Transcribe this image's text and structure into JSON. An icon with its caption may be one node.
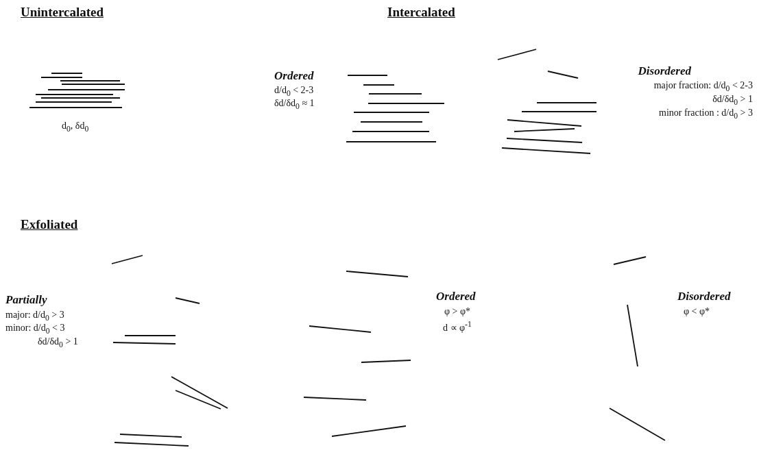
{
  "diagram": {
    "labels": [
      "Unintercalated",
      "Intercalated",
      "Ordered",
      "d/d$_{0}$ < 2-3",
      "δd/δd$_{0}$ ≈ 1",
      "Disordered",
      "major fraction: d/d$_{0}$ < 2-3",
      "δd/δd$_{0}$ > 1",
      "minor fraction : d/d$_{0}$ > 3",
      "d$_{0}$, δd$_{0}$",
      "Exfoliated",
      "Partially",
      "major: d/d$_{0}$ > 3",
      "minor: d/d$_{0}$ < 3",
      "δd/δd$_{0}$ > 1",
      "Ordered",
      "φ > φ*",
      "d ∝ φ$^{-1}$",
      "Disordered",
      "φ < φ*"
    ]
  }
}
